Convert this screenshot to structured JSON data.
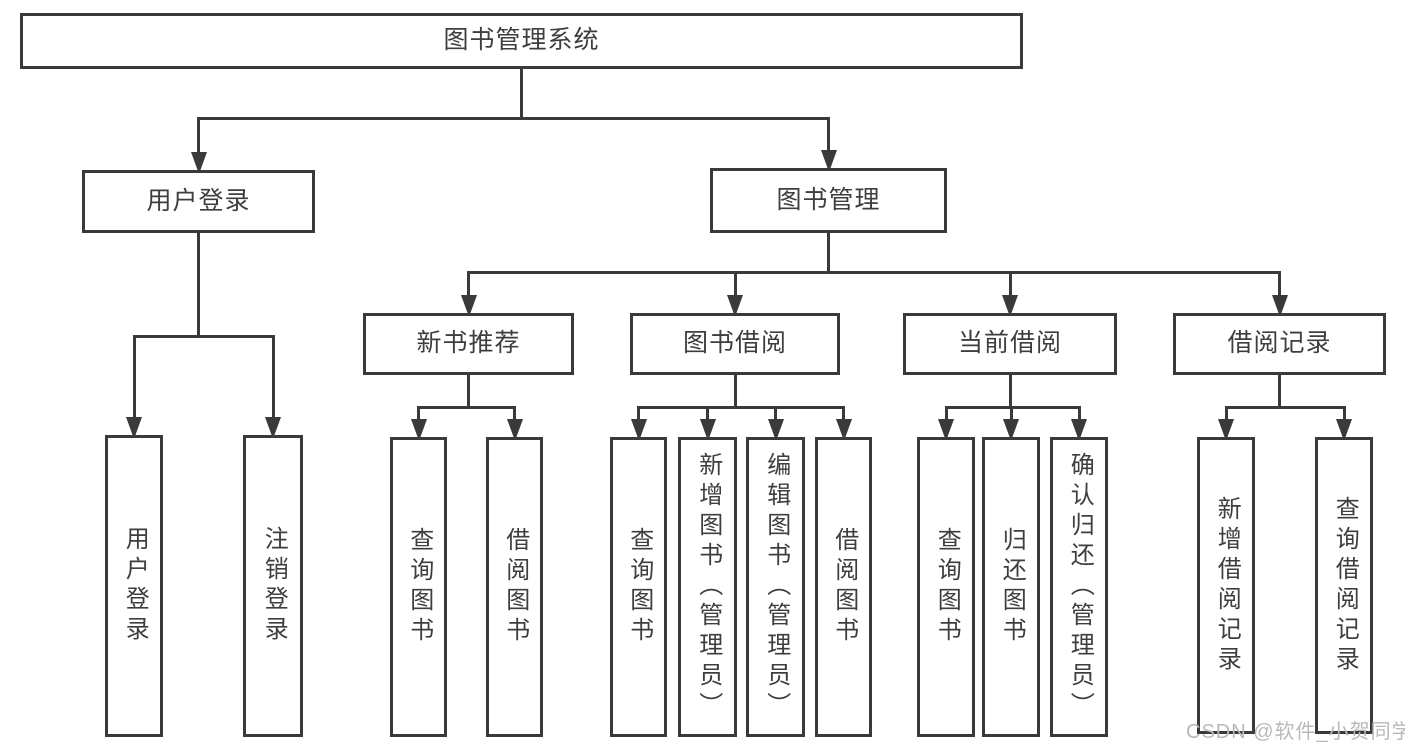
{
  "diagram_title": "图书管理系统",
  "nodes": [
    {
      "id": "root",
      "label": "图书管理系统",
      "orientation": "horizontal"
    },
    {
      "id": "user-login-group",
      "label": "用户登录",
      "orientation": "horizontal"
    },
    {
      "id": "book-management",
      "label": "图书管理",
      "orientation": "horizontal"
    },
    {
      "id": "new-book-recommend",
      "label": "新书推荐",
      "orientation": "horizontal"
    },
    {
      "id": "book-borrowing",
      "label": "图书借阅",
      "orientation": "horizontal"
    },
    {
      "id": "current-borrowing",
      "label": "当前借阅",
      "orientation": "horizontal"
    },
    {
      "id": "borrowing-records",
      "label": "借阅记录",
      "orientation": "horizontal"
    },
    {
      "id": "user-login",
      "label": "用户登录",
      "orientation": "vertical"
    },
    {
      "id": "logout",
      "label": "注销登录",
      "orientation": "vertical"
    },
    {
      "id": "query-books-1",
      "label": "查询图书",
      "orientation": "vertical"
    },
    {
      "id": "borrow-books-1",
      "label": "借阅图书",
      "orientation": "vertical"
    },
    {
      "id": "query-books-2",
      "label": "查询图书",
      "orientation": "vertical"
    },
    {
      "id": "add-books-admin",
      "label": "新增图书（管理员）",
      "orientation": "vertical"
    },
    {
      "id": "edit-books-admin",
      "label": "编辑图书（管理员）",
      "orientation": "vertical"
    },
    {
      "id": "borrow-books-2",
      "label": "借阅图书",
      "orientation": "vertical"
    },
    {
      "id": "query-books-3",
      "label": "查询图书",
      "orientation": "vertical"
    },
    {
      "id": "return-books",
      "label": "归还图书",
      "orientation": "vertical"
    },
    {
      "id": "confirm-return-admin",
      "label": "确认归还（管理员）",
      "orientation": "vertical"
    },
    {
      "id": "add-borrow-record",
      "label": "新增借阅记录",
      "orientation": "vertical"
    },
    {
      "id": "query-borrow-record",
      "label": "查询借阅记录",
      "orientation": "vertical"
    }
  ],
  "edges": [
    {
      "parent": "root",
      "children": [
        "user-login-group",
        "book-management"
      ]
    },
    {
      "parent": "user-login-group",
      "children": [
        "user-login",
        "logout"
      ]
    },
    {
      "parent": "book-management",
      "children": [
        "new-book-recommend",
        "book-borrowing",
        "current-borrowing",
        "borrowing-records"
      ]
    },
    {
      "parent": "new-book-recommend",
      "children": [
        "query-books-1",
        "borrow-books-1"
      ]
    },
    {
      "parent": "book-borrowing",
      "children": [
        "query-books-2",
        "add-books-admin",
        "edit-books-admin",
        "borrow-books-2"
      ]
    },
    {
      "parent": "current-borrowing",
      "children": [
        "query-books-3",
        "return-books",
        "confirm-return-admin"
      ]
    },
    {
      "parent": "borrowing-records",
      "children": [
        "add-borrow-record",
        "query-borrow-record"
      ]
    }
  ],
  "watermark": {
    "text": "CSDN @软件_小贺同学"
  },
  "colors": {
    "background": "#ffffff",
    "line": "#3a3a3a",
    "text": "#3e3e3e",
    "watermark": "#b9b9b9"
  }
}
